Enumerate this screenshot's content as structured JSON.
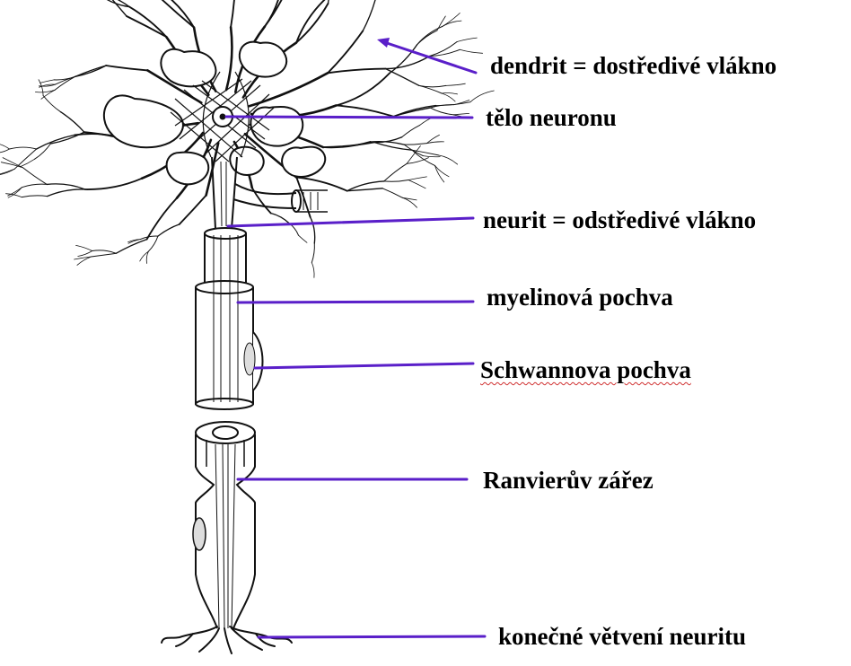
{
  "diagram": {
    "labels": {
      "dendrit": "dendrit = dostředivé vlákno",
      "telo": "tělo neuronu",
      "neurit": "neurit = odstředivé vlákno",
      "myelin": "myelinová pochva",
      "schwann": "Schwannova pochva",
      "ranvier": "Ranvierův zářez",
      "konecne": "konečné větvení neuritu"
    },
    "colors": {
      "pointer": "#5a1fc9",
      "ink": "#111111",
      "spellcheck_underline": "#d03030"
    }
  }
}
